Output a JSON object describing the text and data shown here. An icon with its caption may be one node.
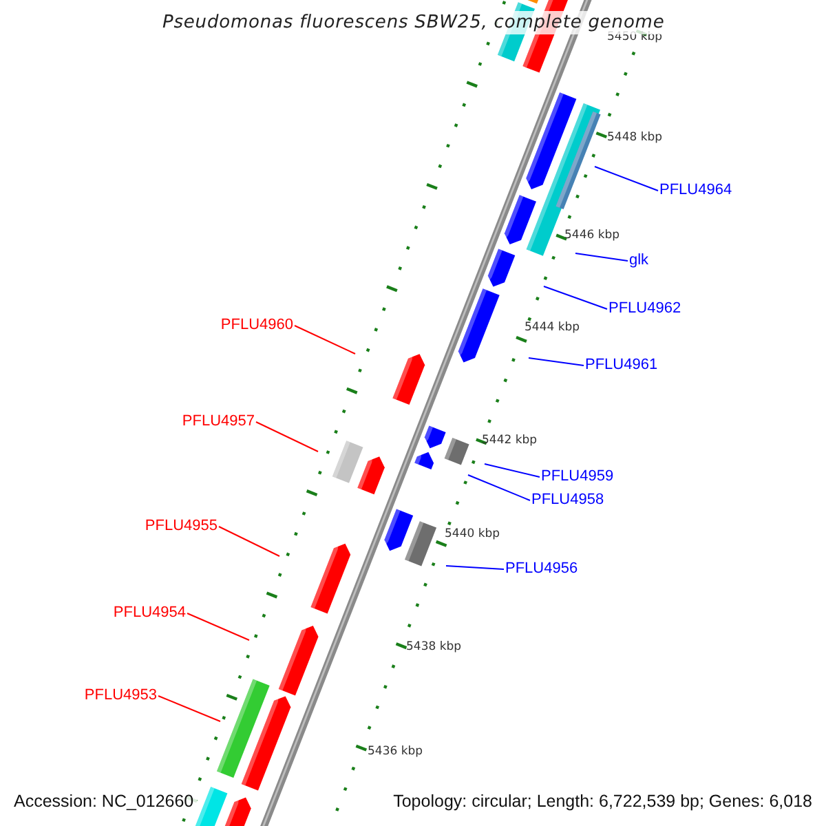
{
  "diagram": {
    "title": "Pseudomonas fluorescens SBW25, complete genome",
    "nodes": [
      {
        "text": [
          "PFLU4964"
        ]
      },
      {
        "text": [
          "glk"
        ]
      },
      {
        "text": [
          "PFLU4962"
        ]
      },
      {
        "text": [
          "PFLU4960"
        ]
      },
      {
        "text": [
          "PFLU4961"
        ]
      },
      {
        "text": [
          "PFLU4957"
        ]
      },
      {
        "text": [
          "PFLU4959"
        ]
      },
      {
        "text": [
          "PFLU4958"
        ]
      },
      {
        "text": [
          "PFLU4955"
        ]
      },
      {
        "text": [
          "PFLU4956"
        ]
      },
      {
        "text": [
          "PFLU4954"
        ]
      },
      {
        "text": [
          "PFLU4953"
        ]
      }
    ],
    "edges": [
      {
        "from": 0,
        "to": null,
        "arrow": "none"
      },
      {
        "from": 1,
        "to": null,
        "arrow": "none"
      },
      {
        "from": 2,
        "to": null,
        "arrow": "none"
      },
      {
        "from": 3,
        "to": null,
        "arrow": "none",
        "color": "#ff0000"
      },
      {
        "from": 4,
        "to": null,
        "arrow": "none"
      },
      {
        "from": 5,
        "to": null,
        "arrow": "none",
        "color": "#ff0000"
      },
      {
        "from": 6,
        "to": null,
        "arrow": "none"
      },
      {
        "from": 7,
        "to": null,
        "arrow": "none"
      },
      {
        "from": 8,
        "to": null,
        "arrow": "none",
        "color": "#ff0000"
      },
      {
        "from": 9,
        "to": null,
        "arrow": "none"
      },
      {
        "from": 10,
        "to": null,
        "arrow": "none",
        "color": "#ff0000"
      },
      {
        "from": 11,
        "to": null,
        "arrow": "none",
        "color": "#ff0000"
      }
    ],
    "labels": [
      "5450 kbp",
      "5448 kbp",
      "5446 kbp",
      "5444 kbp",
      "5442 kbp",
      "5440 kbp",
      "5438 kbp",
      "5436 kbp",
      "Accession: NC_012660",
      "Topology: circular; Length: 6,722,539 bp; Genes: 6,018"
    ]
  }
}
